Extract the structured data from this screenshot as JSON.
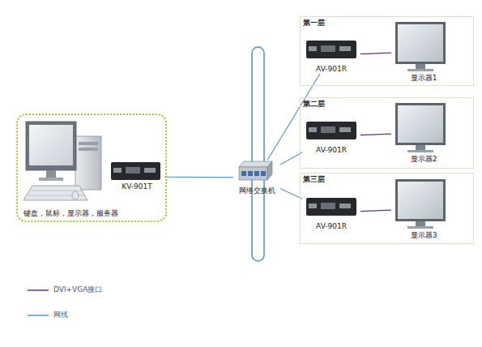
{
  "diagram": {
    "nodes": [
      {
        "text": [
          "键盘，鼠标，显示器，服务器"
        ]
      },
      {
        "text": [
          "KV-901T"
        ],
        "in": 0
      },
      {
        "text": [
          "网络交换机"
        ]
      },
      {
        "text": [
          "第一层"
        ]
      },
      {
        "text": [
          "AV-901R"
        ],
        "in": 3
      },
      {
        "text": [
          "显示器1"
        ],
        "in": 3
      },
      {
        "text": [
          "第二层"
        ]
      },
      {
        "text": [
          "AV-901R"
        ],
        "in": 6
      },
      {
        "text": [
          "显示器2"
        ],
        "in": 6
      },
      {
        "text": [
          "第三层"
        ]
      },
      {
        "text": [
          "AV-901R"
        ],
        "in": 9
      },
      {
        "text": [
          "显示器3"
        ],
        "in": 9
      }
    ],
    "edges": [
      {
        "from": 1,
        "to": 2,
        "arrow": "none"
      },
      {
        "from": 2,
        "to": 4,
        "arrow": "none"
      },
      {
        "from": 2,
        "to": 7,
        "arrow": "none"
      },
      {
        "from": 2,
        "to": 10,
        "arrow": "none"
      },
      {
        "from": 4,
        "to": 5,
        "arrow": "none"
      },
      {
        "from": 7,
        "to": 8,
        "arrow": "none"
      },
      {
        "from": 10,
        "to": 11,
        "arrow": "none"
      }
    ],
    "legend": [
      {
        "text": "DVI+VGA接口"
      },
      {
        "text": "网线"
      }
    ]
  }
}
